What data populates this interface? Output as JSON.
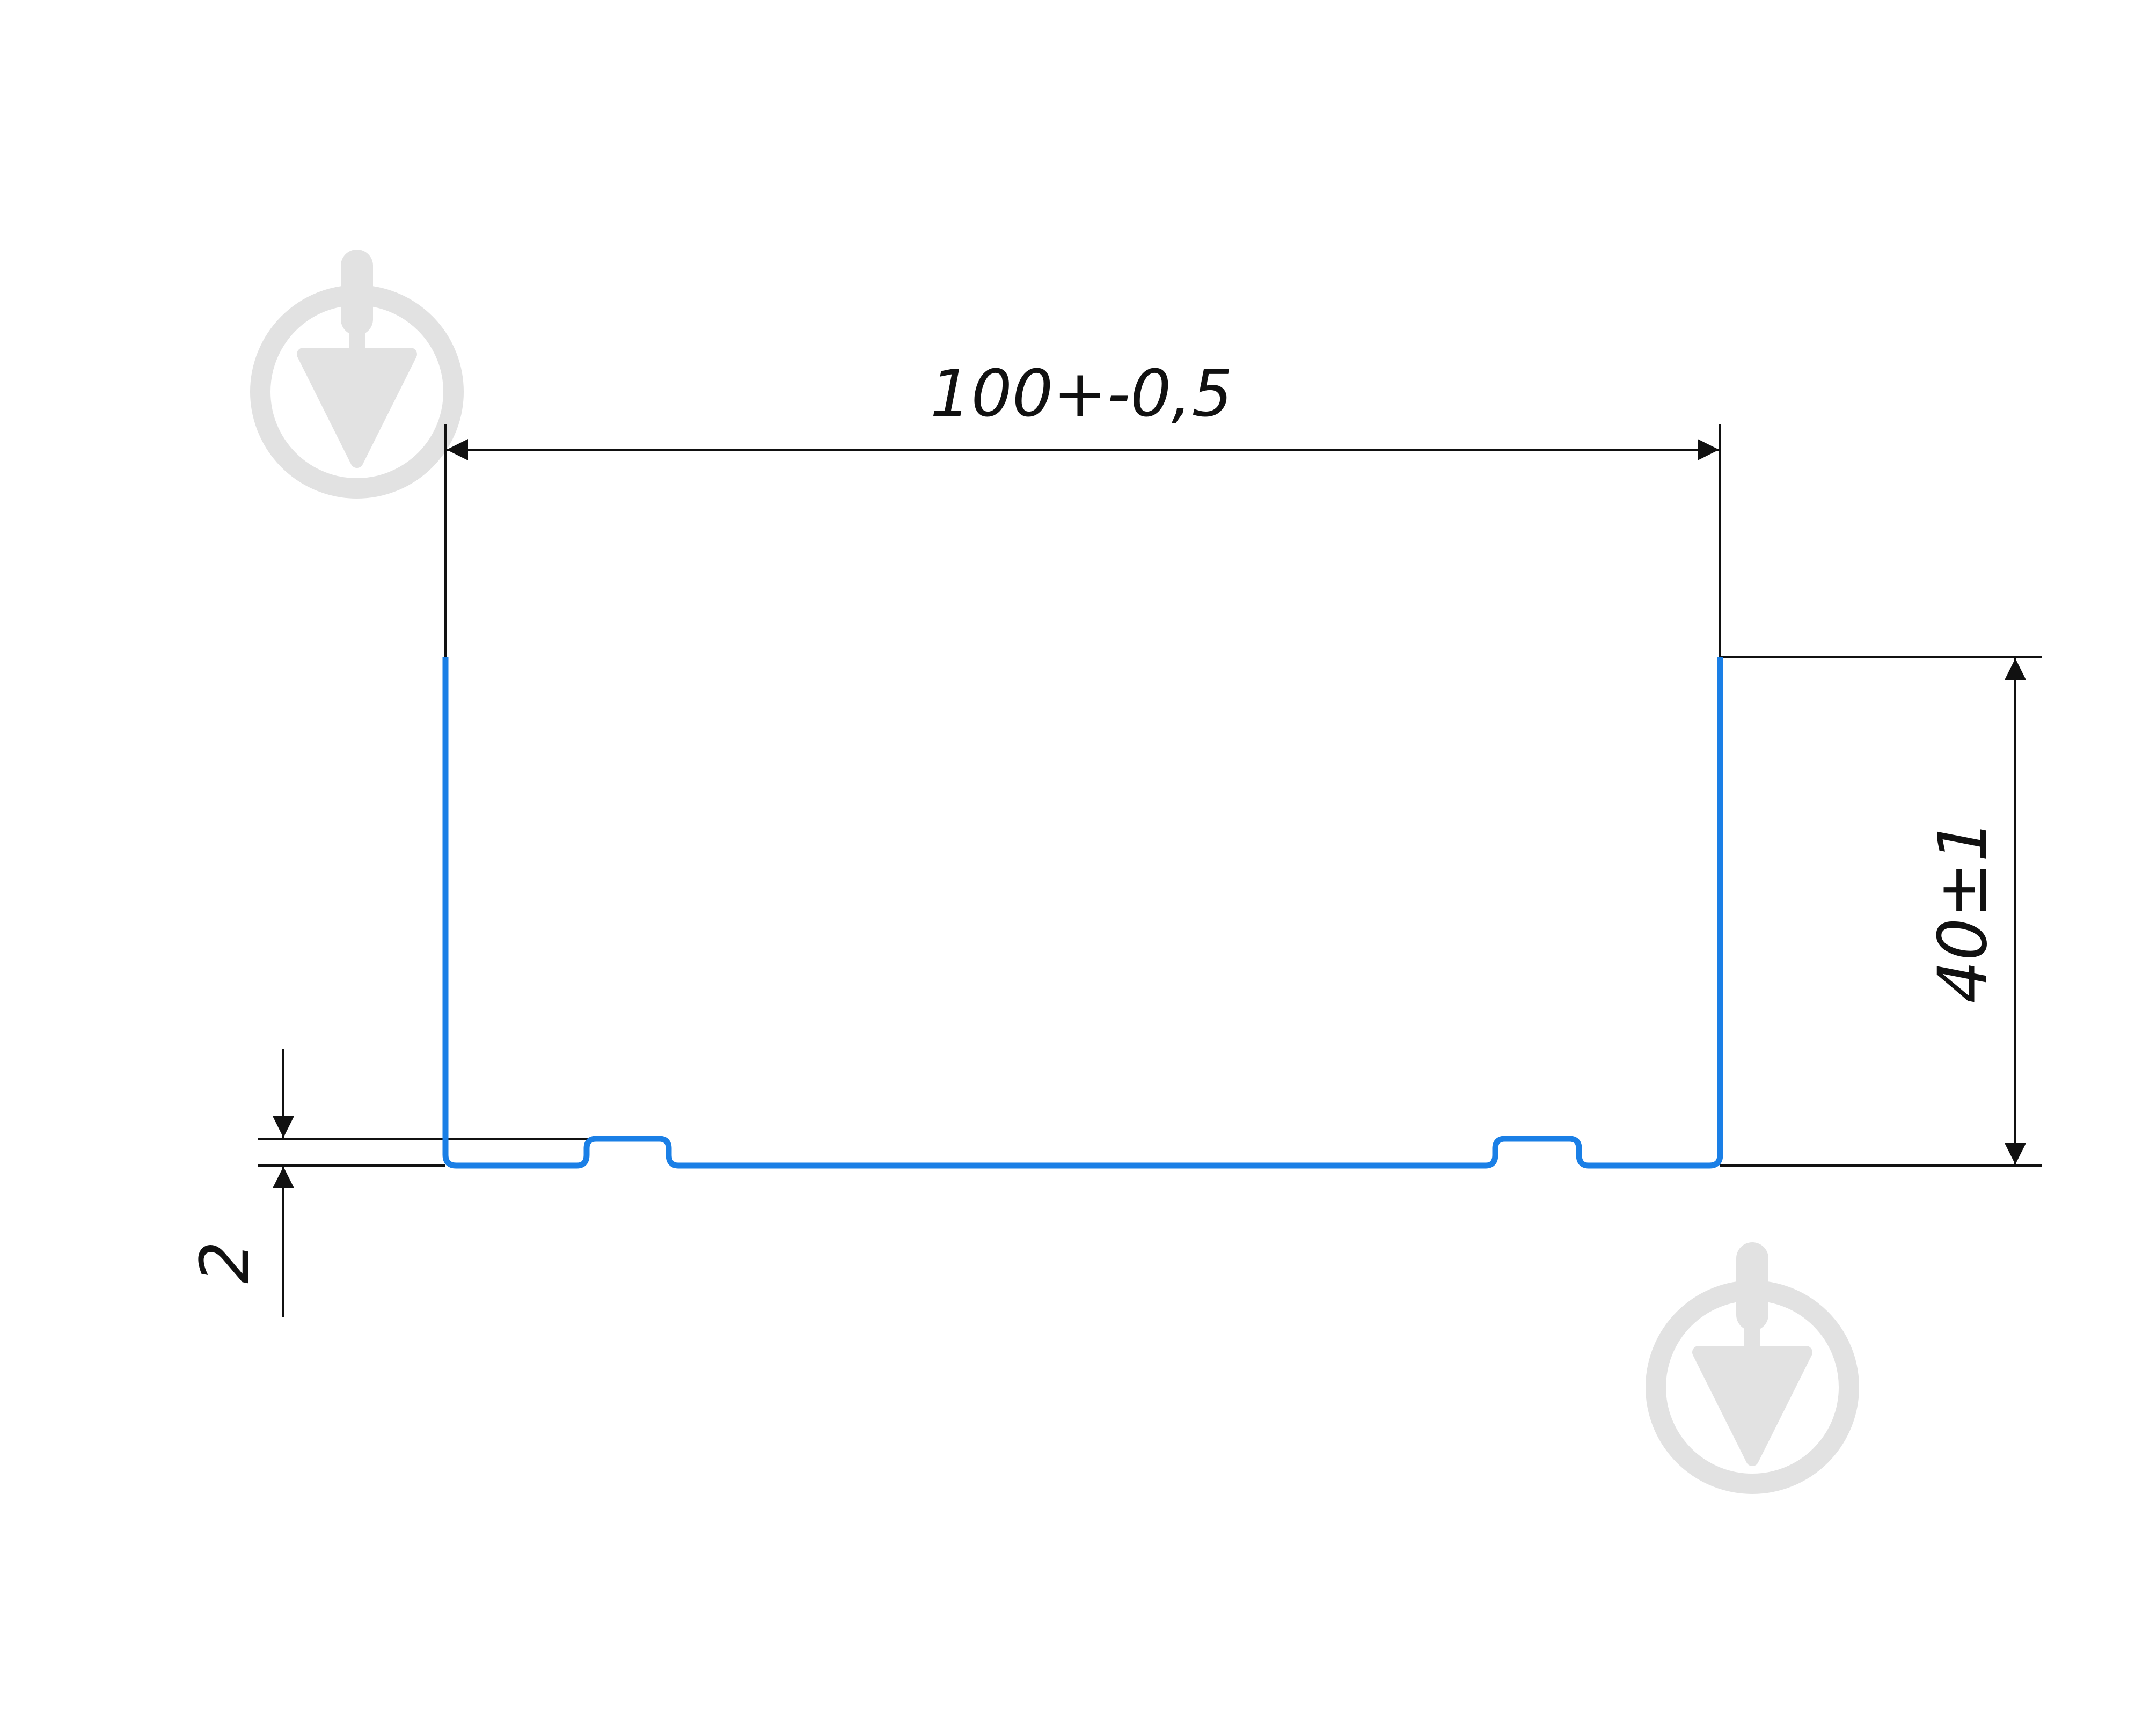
{
  "dimensions": {
    "width_label": "100+-0,5",
    "height_label": "40±1",
    "thickness_label": "2"
  },
  "colors": {
    "profile": "#1a7fe6",
    "dimension_line": "#111111",
    "watermark": "#e2e2e2",
    "background": "#ffffff"
  },
  "icons": {
    "watermark": "map-pin-arrow-down-icon"
  }
}
